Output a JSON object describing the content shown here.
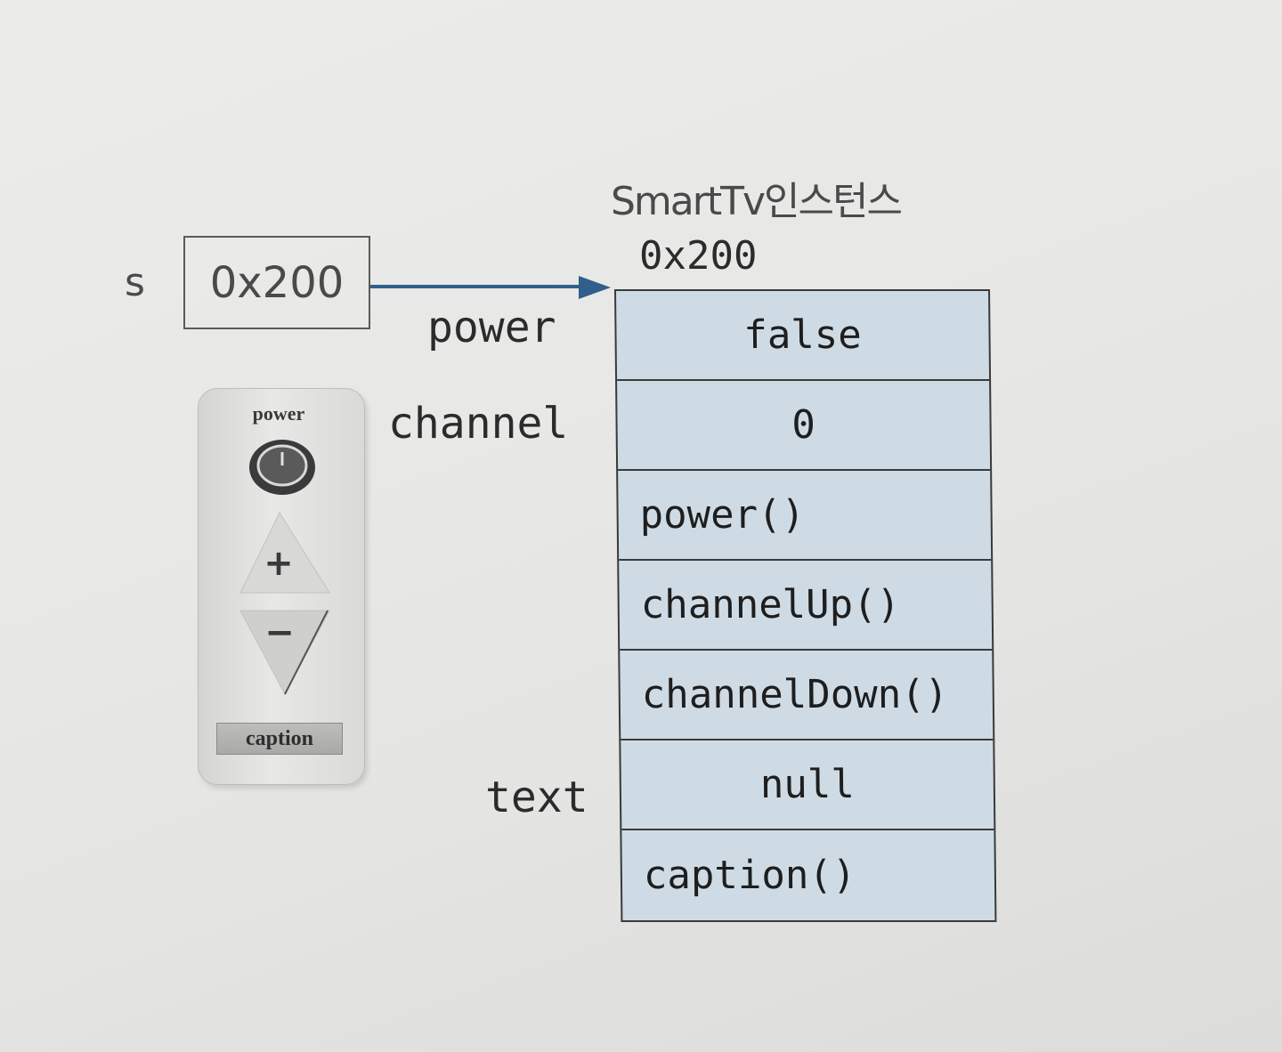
{
  "variable": {
    "name": "s",
    "value": "0x200"
  },
  "instance": {
    "title": "SmartTv인스턴스",
    "address": "0x200"
  },
  "labels": {
    "power": "power",
    "channel": "channel",
    "text": "text"
  },
  "memory_cells": [
    "false",
    "0",
    "power()",
    "channelUp()",
    "channelDown()",
    "null",
    "caption()"
  ],
  "remote": {
    "power_label": "power",
    "plus": "+",
    "minus": "−",
    "caption_label": "caption"
  },
  "colors": {
    "cell_fill": "#cfdbe4",
    "arrow": "#2f5f8a"
  }
}
